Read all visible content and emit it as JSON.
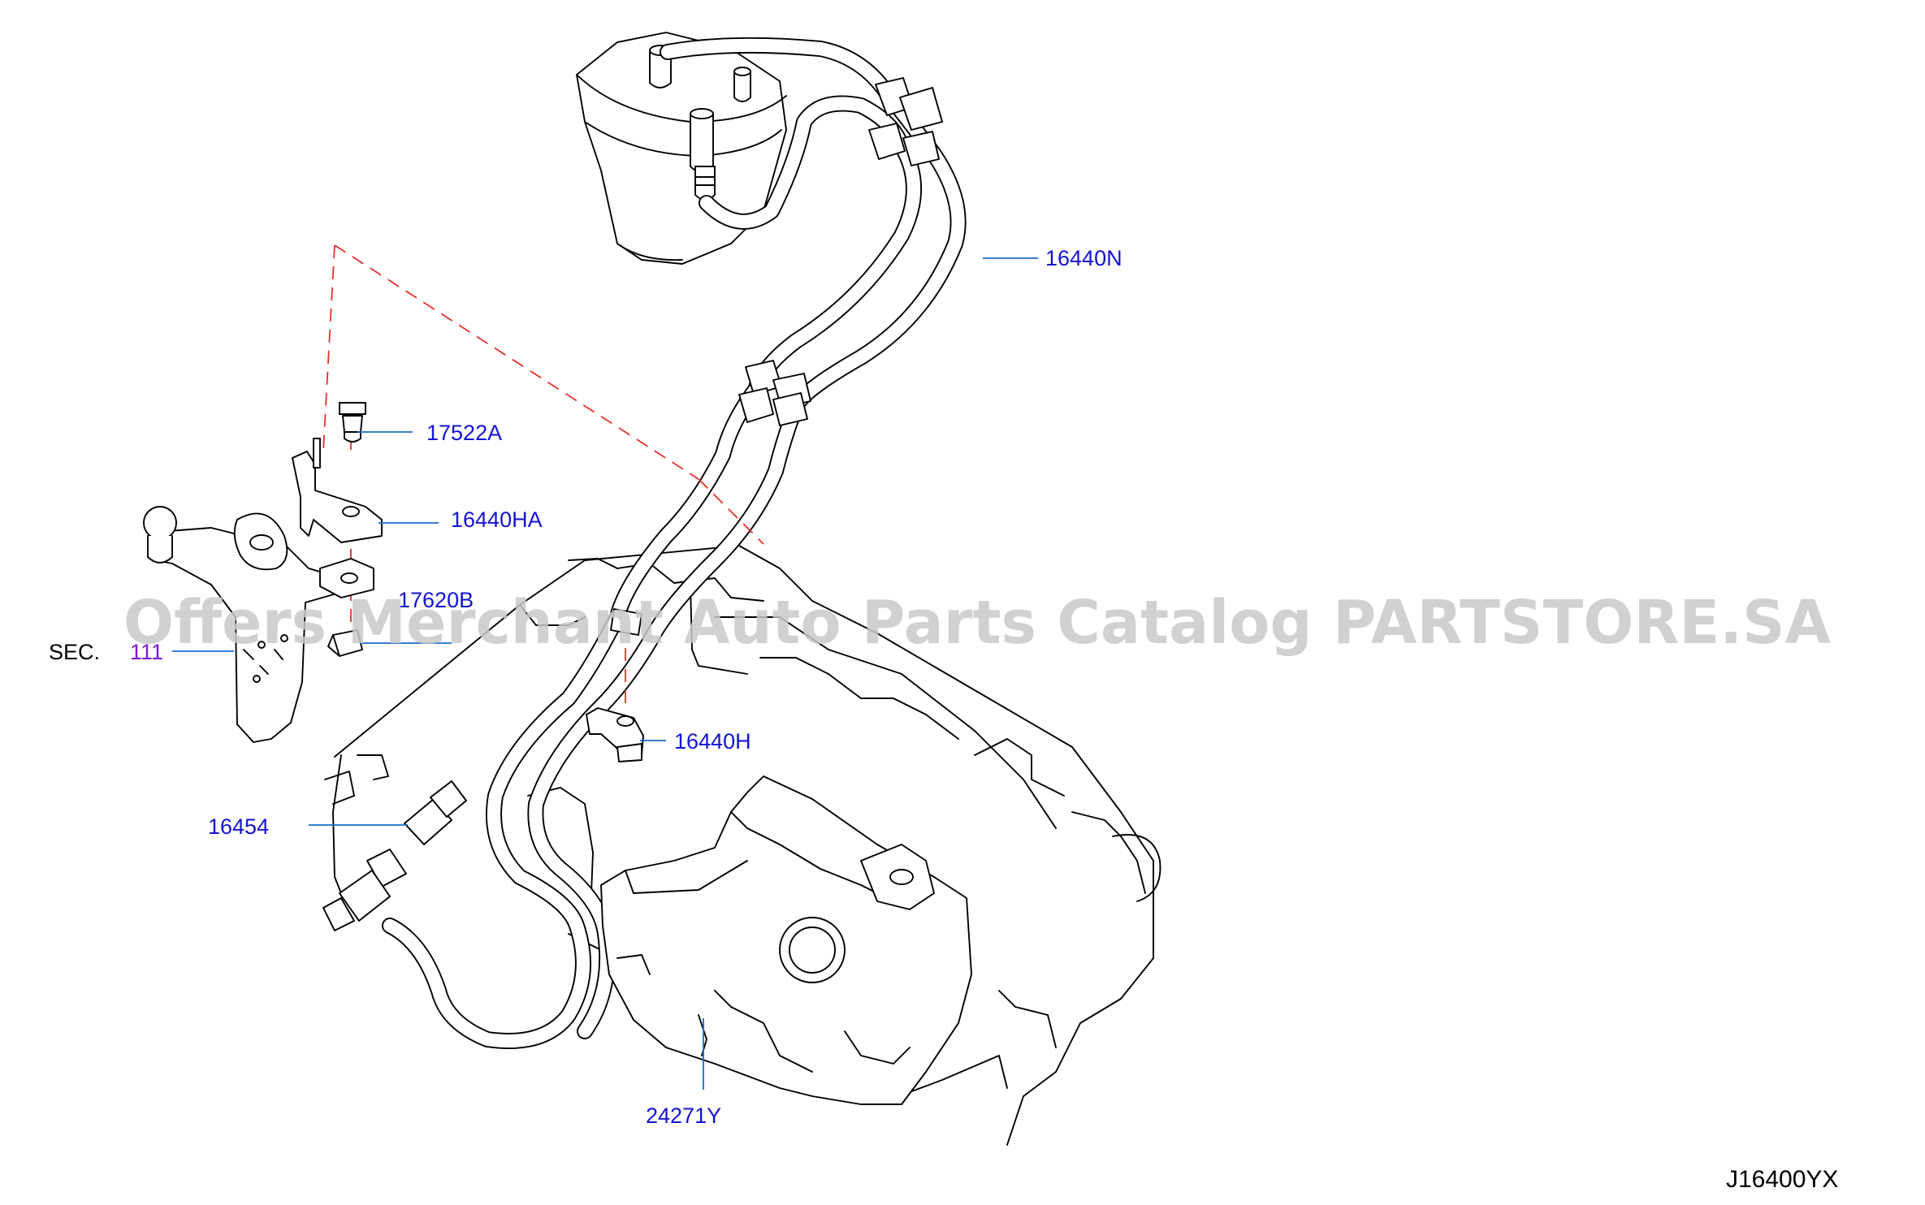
{
  "diagram": {
    "watermark": "Offers Merchant Auto Parts Catalog PARTSTORE.SA",
    "drawing_code": "J16400YX",
    "section_reference": {
      "prefix": "SEC.",
      "number": "111"
    },
    "part_labels": {
      "hose_assembly": "16440N",
      "bolt": "17522A",
      "bracket_upper": "16440HA",
      "clip_nut": "17620B",
      "bracket_lower": "16440H",
      "connector": "16454",
      "bracket_harness": "24271Y"
    },
    "colors": {
      "label": "#1414d2",
      "section_number": "#7a18d8",
      "leader_line": "#1a6cc8",
      "alignment_dash": "#e4312b",
      "watermark": "#c9c9c9"
    }
  }
}
